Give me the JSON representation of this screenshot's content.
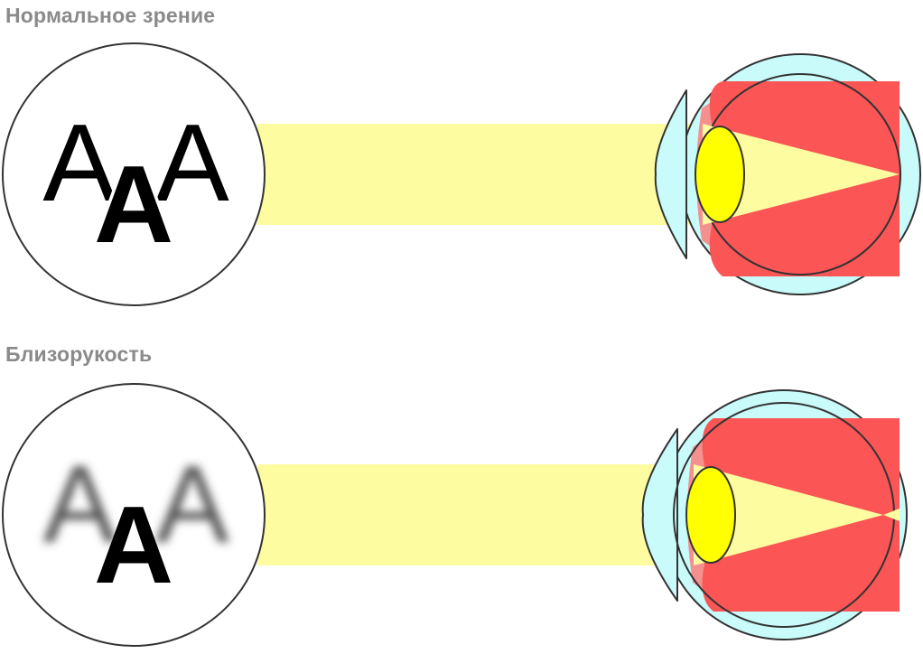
{
  "panels": [
    {
      "title": "Нормальное зрение",
      "letters": [
        "A",
        "A",
        "A"
      ],
      "focus": "on-retina"
    },
    {
      "title": "Близорукость",
      "letters": [
        "A",
        "A",
        "A"
      ],
      "focus": "in-front-of-retina"
    }
  ],
  "colors": {
    "title": "#8a8a8a",
    "light_beam": "#fdfca0",
    "lens": "#ffff00",
    "vitreous": "#fb5555",
    "cornea": "#c9fbfb",
    "iris": "#f59090",
    "outline": "#333333"
  }
}
